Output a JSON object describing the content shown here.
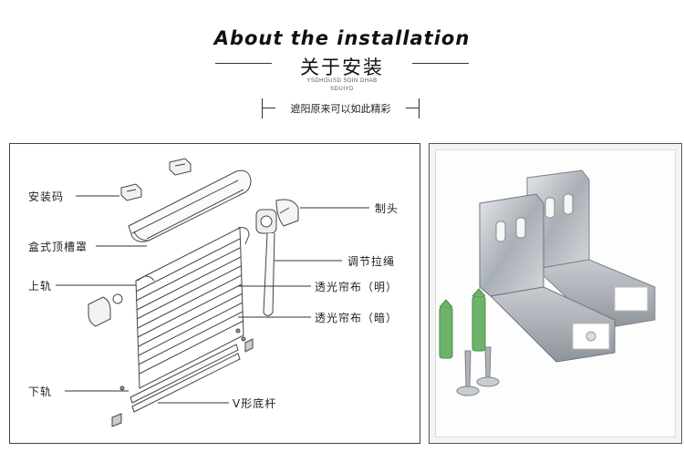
{
  "header": {
    "title": "About the installation",
    "subtitle": "关于安装",
    "caption_line1": "YSDHOUSD SDIN DHAB",
    "caption_line2": "SDUIYD",
    "slogan": "遮阳原来可以如此精彩"
  },
  "diagram": {
    "labels_left": {
      "mounting_code": "安装码",
      "box_top_cover": "盒式顶槽罩",
      "upper_rail": "上轨",
      "lower_rail": "下轨"
    },
    "labels_right": {
      "control_head": "制头",
      "adjust_cord": "调节拉绳",
      "sheer_light": "透光帘布（明）",
      "sheer_dark": "透光帘布（暗）"
    },
    "label_bottom": {
      "v_bottom_bar": "V形底杆"
    }
  },
  "photo": {
    "icon": "metal-bracket-and-screws"
  },
  "colors": {
    "line": "#333333",
    "bracket_metal": "#b9bec4",
    "anchor_green": "#6db46a",
    "background": "#ffffff"
  }
}
